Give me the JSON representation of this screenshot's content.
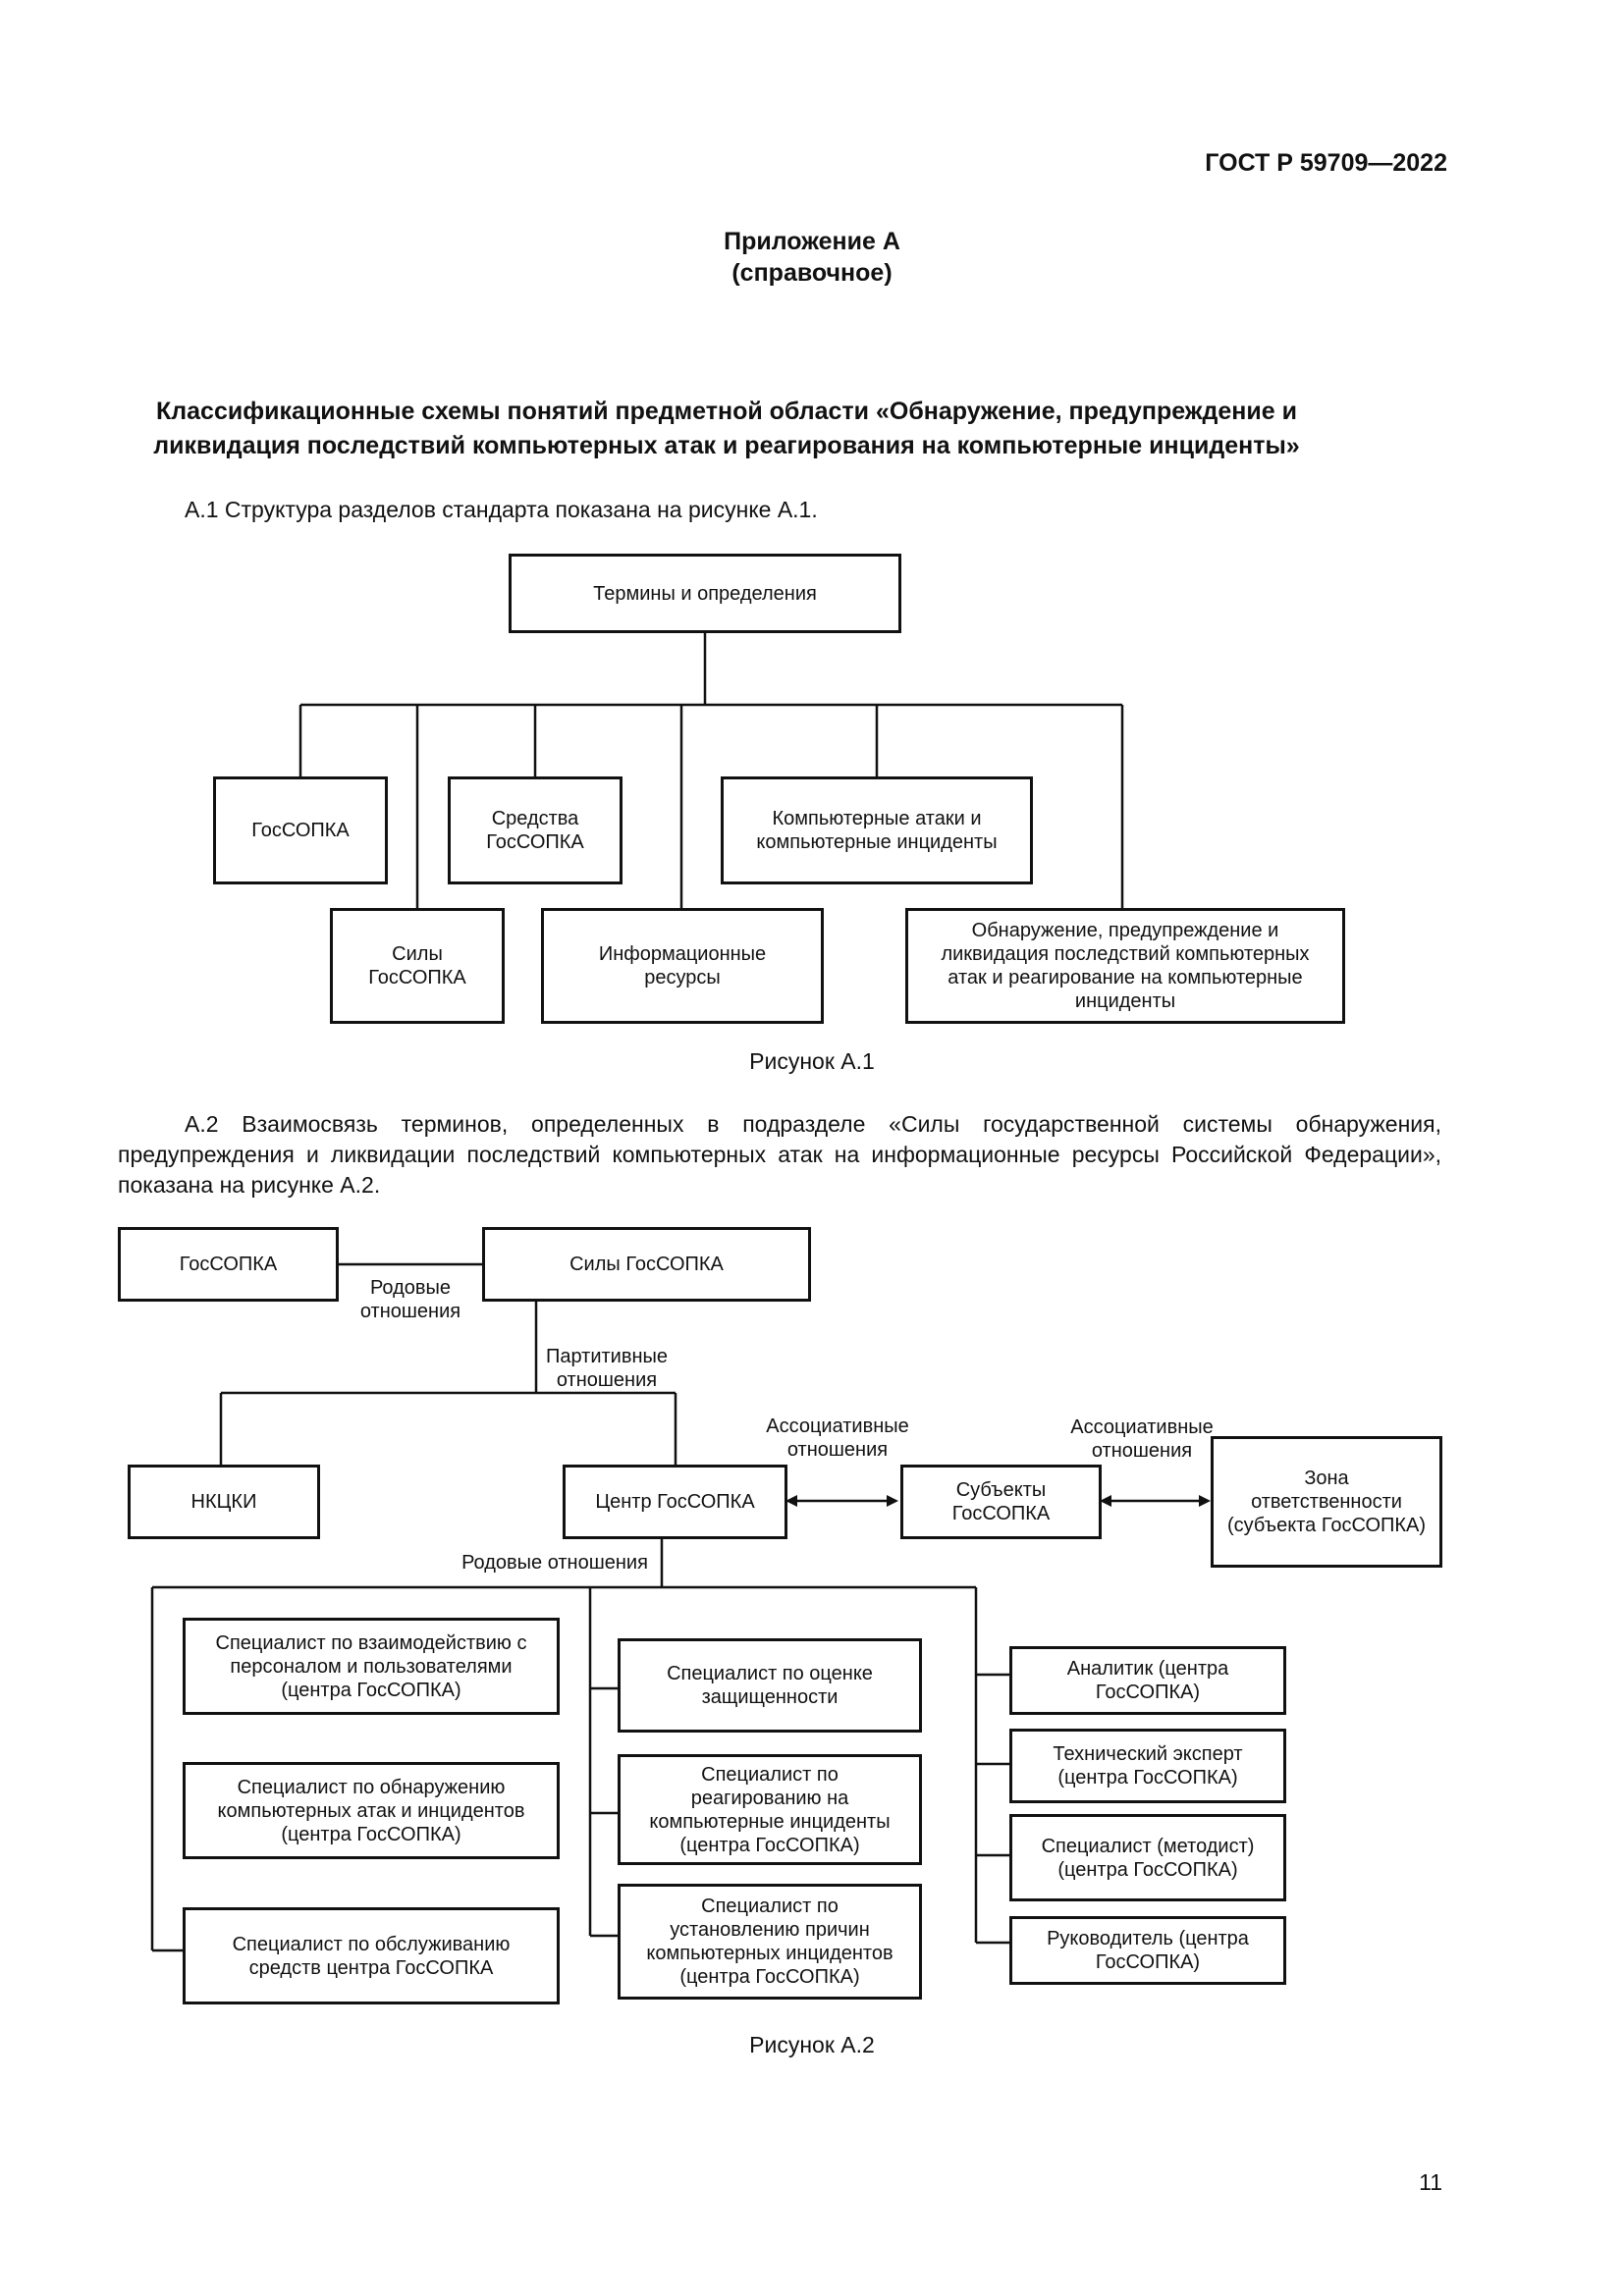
{
  "header": {
    "standard_code": "ГОСТ Р 59709—2022"
  },
  "appendix": {
    "title": "Приложение А",
    "subtitle": "(справочное)"
  },
  "section_title": "Классификационные схемы понятий предметной области «Обнаружение, предупреждение и ликвидация последствий компьютерных атак и реагирования на компьютерные инциденты»",
  "para_a1": "А.1  Структура разделов стандарта показана на рисунке А.1.",
  "figure_a1": {
    "caption": "Рисунок А.1",
    "root": "Термины и определения",
    "gossopka": "ГосСОПКА",
    "sredstva": "Средства\nГосСОПКА",
    "sily": "Силы\nГосСОПКА",
    "info_resources": "Информационные\nресурсы",
    "attacks_incidents": "Компьютерные атаки и\nкомпьютерные инциденты",
    "detection": "Обнаружение, предупреждение и\nликвидация последствий компьютерных\nатак и реагирование на компьютерные\nинциденты"
  },
  "para_a2": "А.2 Взаимосвязь терминов, определенных в подразделе «Силы государственной системы обнаружения, предупреждения и ликвидации последствий компьютерных атак на информационные ресурсы Российской Федерации», показана на рисунке А.2.",
  "figure_a2": {
    "caption": "Рисунок А.2",
    "gossopka": "ГосСОПКА",
    "sily": "Силы ГосСОПКА",
    "generic_rel_1": "Родовые\nотношения",
    "partitive_rel": "Партитивные\nотношения",
    "nkcki": "НКЦКИ",
    "center": "Центр ГосСОПКА",
    "assoc_rel_1": "Ассоциативные\nотношения",
    "assoc_rel_2": "Ассоциативные\nотношения",
    "subjects": "Субъекты\nГосСОПКА",
    "zone": "Зона\nответственности\n(субъекта ГосСОПКА)",
    "generic_rel_2": "Родовые отношения",
    "col1": [
      "Специалист по взаимодействию с\nперсоналом и пользователями\n(центра ГосСОПКА)",
      "Специалист по обнаружению\nкомпьютерных атак и инцидентов\n(центра ГосСОПКА)",
      "Специалист по обслуживанию\nсредств центра ГосСОПКА"
    ],
    "col2": [
      "Специалист по оценке\nзащищенности",
      "Специалист по\nреагированию на\nкомпьютерные инциденты\n(центра ГосСОПКА)",
      "Специалист по\nустановлению причин\nкомпьютерных инцидентов\n(центра ГосСОПКА)"
    ],
    "col3": [
      "Аналитик (центра\nГосСОПКА)",
      "Технический эксперт\n(центра ГосСОПКА)",
      "Специалист (методист)\n(центра ГосСОПКА)",
      "Руководитель (центра\nГосСОПКА)"
    ]
  },
  "page_number": "11"
}
